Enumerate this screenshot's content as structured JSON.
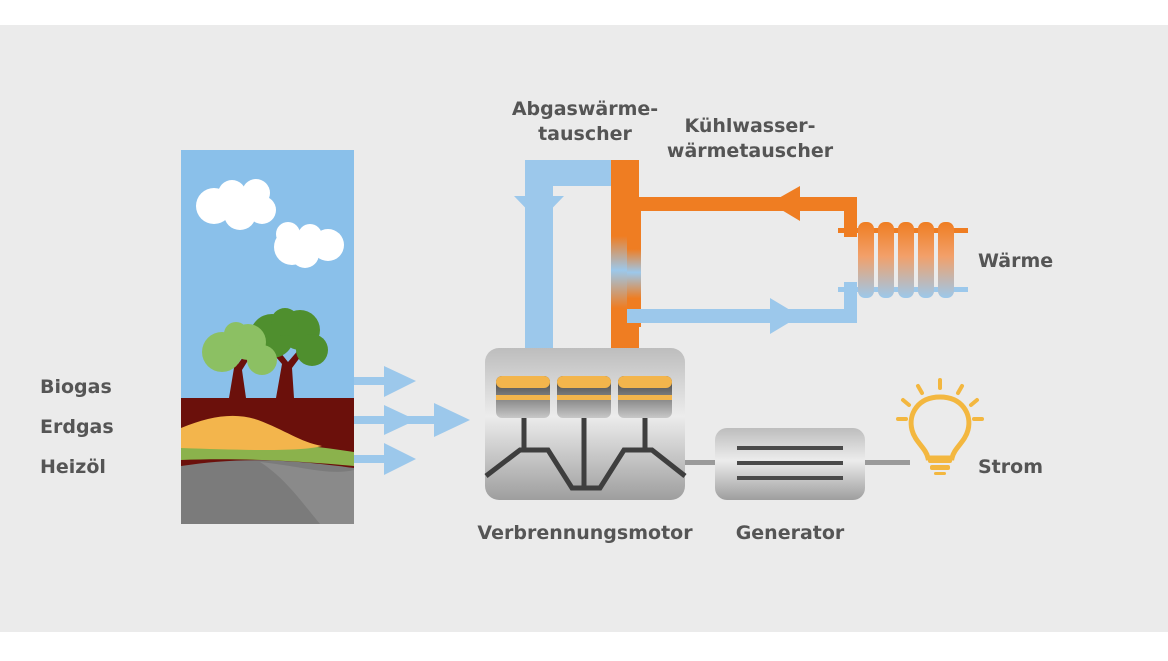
{
  "labels": {
    "fuels": [
      "Biogas",
      "Erdgas",
      "Heizöl"
    ],
    "exhaust_exchanger": [
      "Abgaswärme-",
      "tauscher"
    ],
    "coolant_exchanger": [
      "Kühlwasser-",
      "wärmetauscher"
    ],
    "heat": "Wärme",
    "power": "Strom",
    "engine": "Verbrennungsmotor",
    "generator": "Generator"
  },
  "colors": {
    "background": "#ebebeb",
    "pipe_cold": "#9cc8eb",
    "pipe_hot": "#ef7d22",
    "earth": "#6b100b",
    "sky": "#8ac0ea",
    "bulb": "#f3b73f",
    "text": "#555555"
  }
}
